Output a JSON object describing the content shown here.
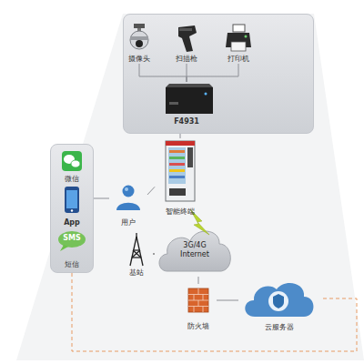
{
  "diagram": {
    "nodes": [
      {
        "text": []
      },
      {
        "text": [
          "摄像头"
        ],
        "in": 0
      },
      {
        "text": [
          "扫描枪"
        ],
        "in": 0
      },
      {
        "text": [
          "打印机"
        ],
        "in": 0
      },
      {
        "text": [
          "F4931"
        ],
        "in": 0
      },
      {
        "text": [
          "智能终端"
        ]
      },
      {
        "text": []
      },
      {
        "text": [
          "微信"
        ],
        "in": 6
      },
      {
        "text": [
          "App"
        ],
        "in": 6
      },
      {
        "text": [
          "SMS",
          "短信"
        ],
        "in": 6
      },
      {
        "text": [
          "用户"
        ]
      },
      {
        "text": [
          "3G/4G",
          "Internet"
        ]
      },
      {
        "text": [
          "基站"
        ]
      },
      {
        "text": [
          "防火墙"
        ]
      },
      {
        "text": [
          "云服务器"
        ]
      }
    ],
    "edges": [
      {
        "from": 1,
        "to": 4,
        "arrow": "none"
      },
      {
        "from": 2,
        "to": 4,
        "arrow": "none"
      },
      {
        "from": 3,
        "to": 4,
        "arrow": "none"
      },
      {
        "from": 0,
        "to": 5,
        "arrow": "none"
      },
      {
        "from": 10,
        "to": 6,
        "arrow": "none"
      },
      {
        "from": 10,
        "to": 5,
        "arrow": "none"
      },
      {
        "from": 12,
        "to": 11,
        "arrow": "none"
      },
      {
        "from": 11,
        "to": 13,
        "arrow": "none"
      },
      {
        "from": 13,
        "to": 14,
        "arrow": "none"
      },
      {
        "from": 6,
        "to": 14,
        "arrow": "none"
      }
    ]
  }
}
